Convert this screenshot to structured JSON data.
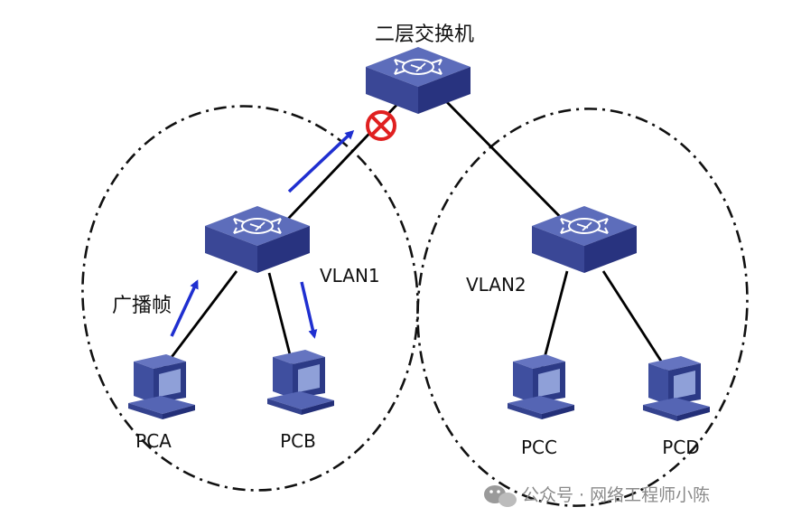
{
  "diagram": {
    "top_switch_label": "二层交换机",
    "vlan1_label": "VLAN1",
    "vlan2_label": "VLAN2",
    "broadcast_label": "广播帧",
    "pcs": [
      {
        "id": "pca",
        "label": "PCA"
      },
      {
        "id": "pcb",
        "label": "PCB"
      },
      {
        "id": "pcc",
        "label": "PCC"
      },
      {
        "id": "pcd",
        "label": "PCD"
      }
    ],
    "colors": {
      "switch_top": "#5a6bb8",
      "switch_side": "#2e3a86",
      "arrow": "#1f2fd0",
      "block": "#e02020",
      "pc": "#3f4f9f"
    }
  },
  "watermark": {
    "text": "公众号 · 网络工程师小陈"
  }
}
